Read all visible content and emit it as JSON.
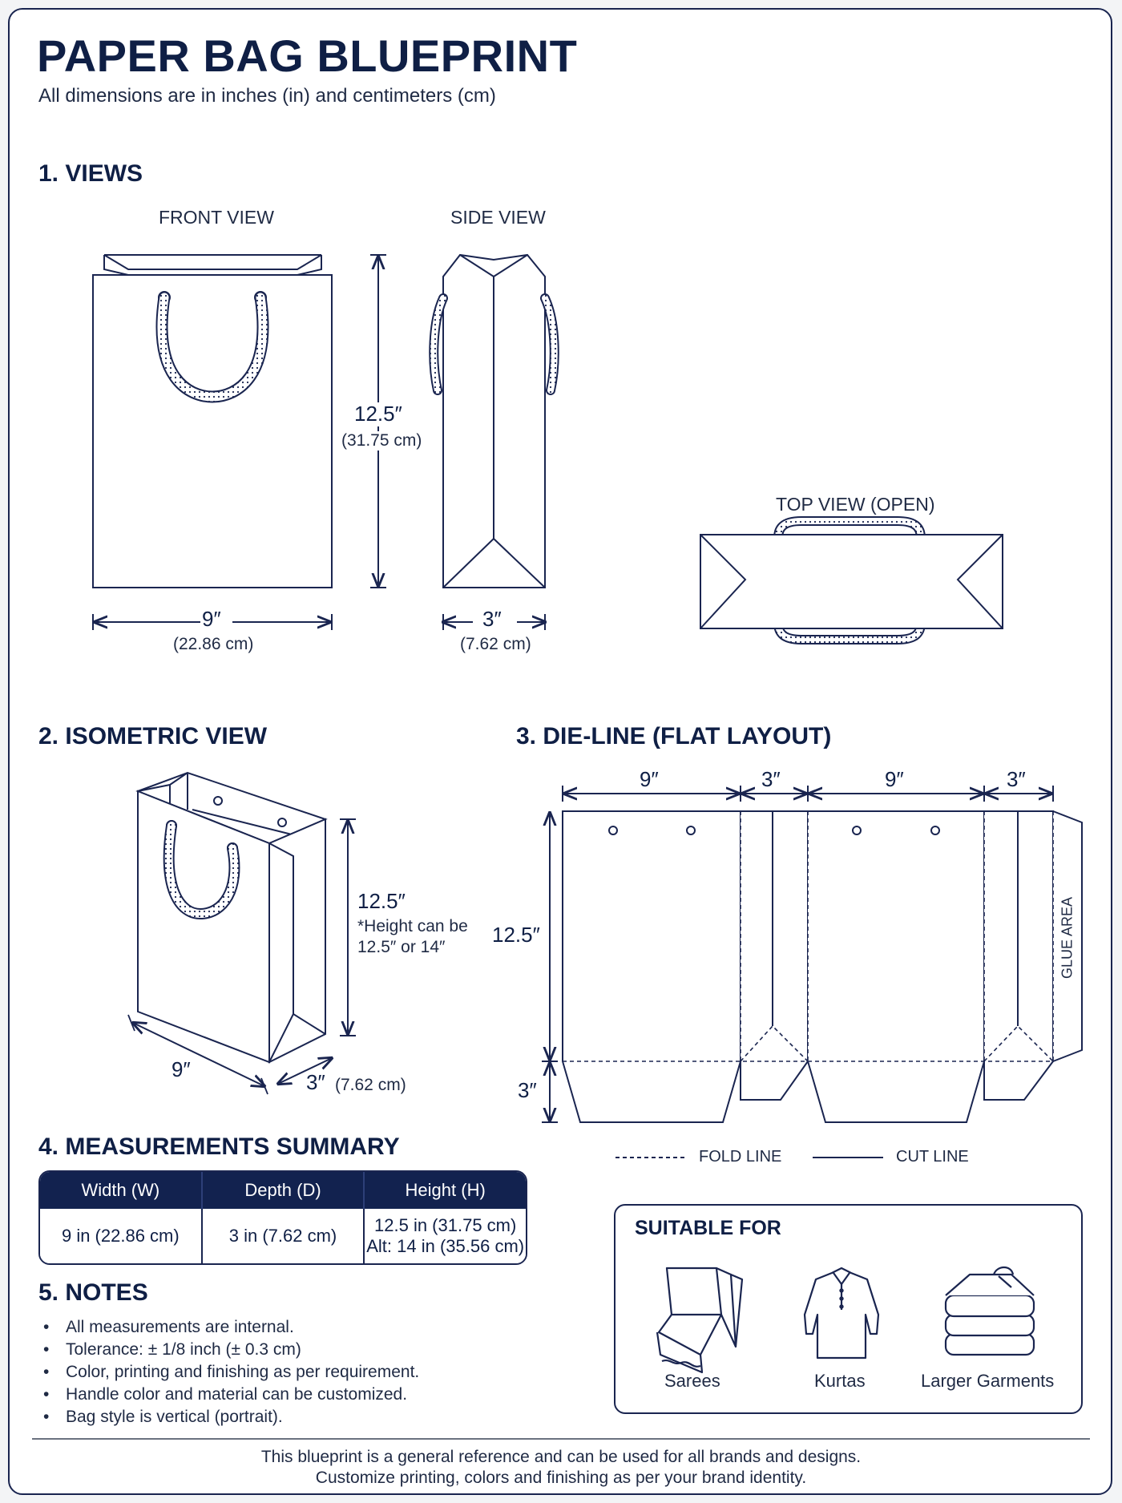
{
  "header": {
    "title": "PAPER BAG BLUEPRINT",
    "subtitle": "All dimensions are in inches (in) and centimeters (cm)"
  },
  "views": {
    "heading": "1.  VIEWS",
    "front_label": "FRONT VIEW",
    "side_label": "SIDE VIEW",
    "top_label": "TOP VIEW (OPEN)",
    "front_height_in": "12.5″",
    "front_height_cm": "(31.75 cm)",
    "front_width_in": "9″",
    "front_width_cm": "(22.86 cm)",
    "side_depth_in": "3″",
    "side_depth_cm": "(7.62 cm)"
  },
  "isometric": {
    "heading": "2.  ISOMETRIC VIEW",
    "height_in": "12.5″",
    "height_note_line1": "*Height can be",
    "height_note_line2": "12.5″ or 14″",
    "width_in": "9″",
    "depth_in": "3″",
    "depth_cm": "(7.62 cm)"
  },
  "dieline": {
    "heading": "3.  DIE-LINE (FLAT LAYOUT)",
    "panels": [
      "9″",
      "3″",
      "9″",
      "3″"
    ],
    "height_in": "12.5″",
    "bottom_in": "3″",
    "glue_label": "GLUE AREA",
    "legend_fold": "FOLD LINE",
    "legend_cut": "CUT LINE"
  },
  "measurements": {
    "heading": "4.  MEASUREMENTS SUMMARY",
    "headers": [
      "Width (W)",
      "Depth (D)",
      "Height (H)"
    ],
    "width_value": "9 in (22.86 cm)",
    "depth_value": "3 in (7.62 cm)",
    "height_value": "12.5 in (31.75 cm)",
    "height_alt": "Alt: 14 in (35.56 cm)"
  },
  "notes": {
    "heading": "5.  NOTES",
    "items": [
      "All measurements are internal.",
      "Tolerance: ± 1/8 inch (± 0.3 cm)",
      "Color, printing and finishing as per requirement.",
      "Handle color and material can be customized.",
      "Bag style is vertical (portrait)."
    ]
  },
  "suitable": {
    "heading": "SUITABLE FOR",
    "items": [
      {
        "label": "Sarees",
        "icon": "saree-icon"
      },
      {
        "label": "Kurtas",
        "icon": "kurta-icon"
      },
      {
        "label": "Larger Garments",
        "icon": "folded-garments-icon"
      }
    ]
  },
  "footer": {
    "line1": "This blueprint is a general reference and can be used for all brands and designs.",
    "line2": "Customize printing, colors and finishing as per your brand identity."
  },
  "colors": {
    "ink": "#1a2550",
    "heading": "#0f1f45",
    "table_header": "#12224f"
  }
}
